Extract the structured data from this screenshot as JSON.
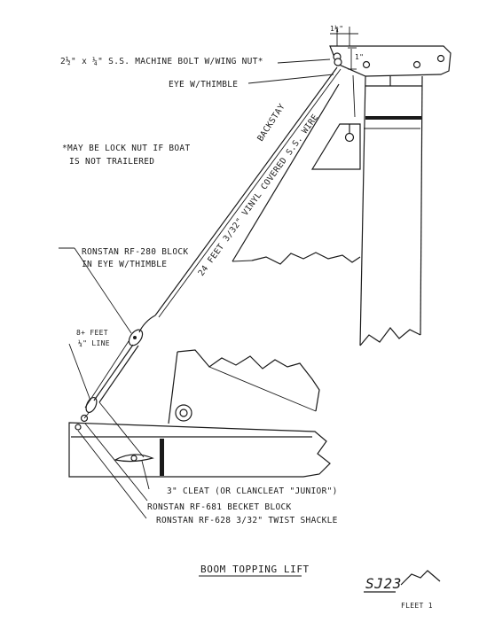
{
  "labels": {
    "machine_bolt": "2½\" x ¼\" S.S. MACHINE BOLT W/WING NUT*",
    "eye_thimble": "EYE W/THIMBLE",
    "dim_top": "1¼\"",
    "dim_side": "1\"",
    "backstay": "BACKSTAY",
    "wire": "24 FEET 3/32\" VINYL COVERED S.S. WIRE",
    "lock_nut_1": "*MAY BE LOCK NUT IF BOAT",
    "lock_nut_2": "IS NOT TRAILERED",
    "block_280_1": "RONSTAN RF-280 BLOCK",
    "block_280_2": "IN EYE W/THIMBLE",
    "line_1": "8+ FEET",
    "line_2": "¼\" LINE",
    "cleat": "3\" CLEAT (OR CLANCLEAT \"JUNIOR\")",
    "becket_block": "RONSTAN RF-681 BECKET BLOCK",
    "twist_shackle": "RONSTAN RF-628 3/32\" TWIST SHACKLE",
    "title": "BOOM TOPPING LIFT",
    "logo_text": "SJ23",
    "fleet": "FLEET 1"
  }
}
